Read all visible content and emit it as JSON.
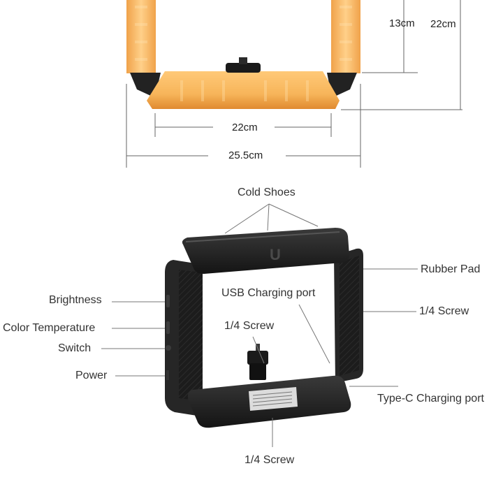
{
  "dimensions": {
    "inner_height": "13cm",
    "outer_height": "22cm",
    "inner_width": "22cm",
    "outer_width": "25.5cm"
  },
  "callouts": {
    "cold_shoes": "Cold Shoes",
    "rubber_pad": "Rubber Pad",
    "usb_charging_port": "USB Charging port",
    "screw_right": "1/4 Screw",
    "brightness": "Brightness",
    "color_temperature": "Color Temperature",
    "switch": "Switch",
    "power": "Power",
    "screw_center": "1/4 Screw",
    "type_c_port": "Type-C Charging port",
    "screw_bottom": "1/4 Screw"
  },
  "logo_letter": "U",
  "colors": {
    "warm_light": "#f7b55a",
    "warm_light_edge": "#e8953a",
    "body": "#1e1e1e",
    "dimension_line": "#555555"
  }
}
